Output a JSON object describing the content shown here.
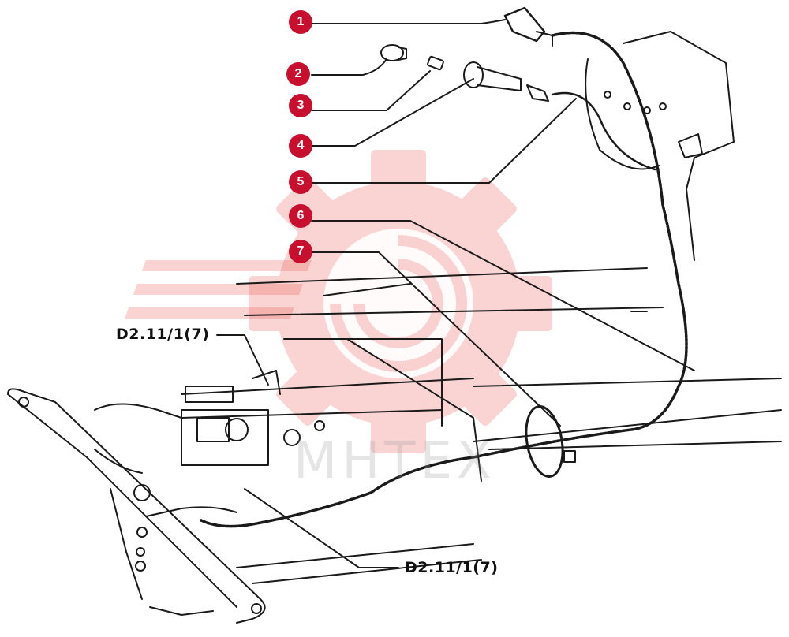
{
  "callouts": [
    {
      "number": "1"
    },
    {
      "number": "2"
    },
    {
      "number": "3"
    },
    {
      "number": "4"
    },
    {
      "number": "5"
    },
    {
      "number": "6"
    },
    {
      "number": "7"
    }
  ],
  "reference_labels": {
    "upper": "D2.11/1(7)",
    "lower": "D2.11/1(7)"
  },
  "watermark": {
    "text": "МНТЕХ",
    "color": "#e8413a"
  },
  "colors": {
    "callout": "#c8102e",
    "line_art": "#1a1a1a"
  }
}
